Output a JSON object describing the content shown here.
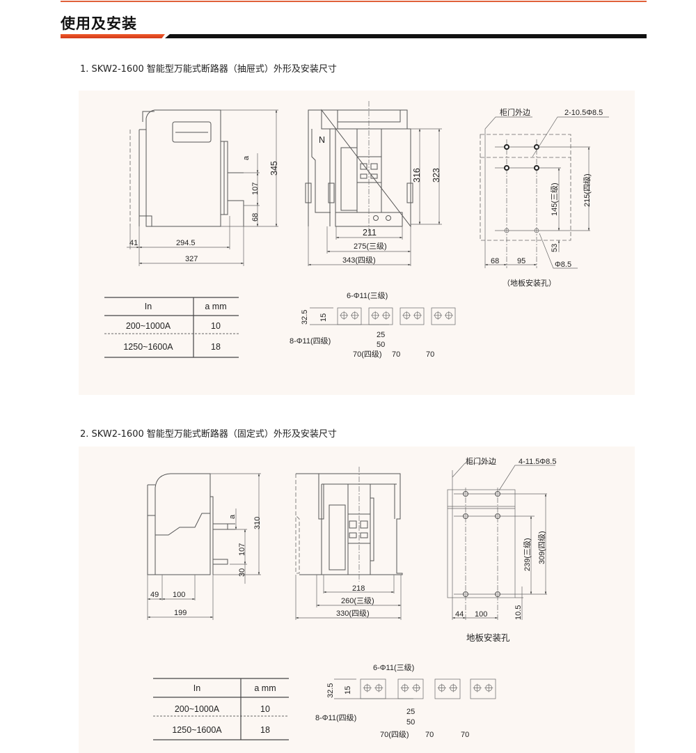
{
  "header": {
    "title": "使用及安装"
  },
  "section1": {
    "title": "1.  SKW2-1600 智能型万能式断路器（抽屉式）外形及安装尺寸",
    "side": {
      "a": "a",
      "h345": "345",
      "h107": "107",
      "h68": "68",
      "w41": "41",
      "w294": "294.5",
      "w327": "327"
    },
    "front": {
      "n": "N",
      "h316": "316",
      "h323": "323",
      "w211": "211",
      "w275": "275(三级)",
      "w343": "343(四级)"
    },
    "floor": {
      "door": "柜门外边",
      "holes": "2-10.5Φ8.5",
      "h215": "215(四级)",
      "h145": "145(三级)",
      "h53": "53",
      "w68": "68",
      "w95": "95",
      "phi": "Φ8.5",
      "caption": "（地板安装孔）"
    },
    "table": {
      "headers": [
        "In",
        "a mm"
      ],
      "rows": [
        [
          "200~1000A",
          "10"
        ],
        [
          "1250~1600A",
          "18"
        ]
      ]
    },
    "busbar": {
      "holes3": "6-Φ11(三级)",
      "holes4": "8-Φ11(四级)",
      "d325": "32.5",
      "d15": "15",
      "d25": "25",
      "d50": "50",
      "p70a": "70(四级)",
      "p70b": "70",
      "p70c": "70"
    }
  },
  "section2": {
    "title": "2.  SKW2-1600 智能型万能式断路器（固定式）外形及安装尺寸",
    "side": {
      "a": "a",
      "h310": "310",
      "h107": "107",
      "h30": "30",
      "w49": "49",
      "w100": "100",
      "w199": "199"
    },
    "front": {
      "w218": "218",
      "w260": "260(三级)",
      "w330": "330(四级)"
    },
    "floor": {
      "door": "柜门外边",
      "holes": "4-11.5Φ8.5",
      "h309": "309(四级)",
      "h239": "239(三级)",
      "h105": "10.5",
      "w44": "44",
      "w100": "100",
      "caption": "地板安装孔"
    },
    "table": {
      "headers": [
        "In",
        "a mm"
      ],
      "rows": [
        [
          "200~1000A",
          "10"
        ],
        [
          "1250~1600A",
          "18"
        ]
      ]
    },
    "busbar": {
      "holes3": "6-Φ11(三级)",
      "holes4": "8-Φ11(四级)",
      "d325": "32.5",
      "d15": "15",
      "d25": "25",
      "d50": "50",
      "p70a": "70(四级)",
      "p70b": "70",
      "p70c": "70"
    }
  }
}
